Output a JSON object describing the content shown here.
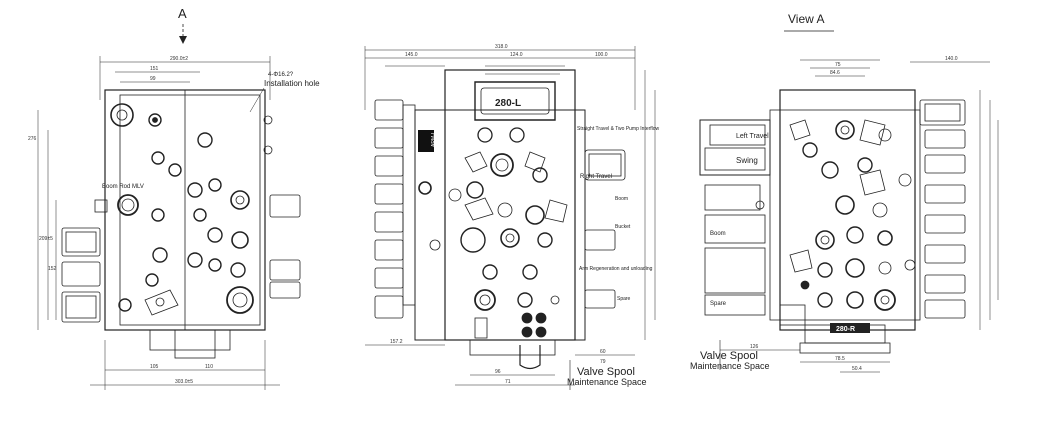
{
  "panels": {
    "left": {
      "arrow_letter": "A",
      "install_dim": "4-Φ16.2?",
      "install_label": "Installation hole",
      "boom_label": "Boom Rod MLV",
      "dims_top": [
        "290.0±2",
        "151",
        "99"
      ],
      "dims_bottom": [
        "105",
        "110",
        "303.0±5"
      ],
      "dims_left": [
        "276",
        "209±5",
        "152"
      ]
    },
    "middle": {
      "nameplate": "280-L",
      "box_label": "ARM-L",
      "label_travel_interlock": "Straight Travel & Two Pump Interflow",
      "label_right_travel": "Right Travel",
      "label_arm_regen": "Arm Regeneration and unloading",
      "label_boom": "Boom",
      "label_bucket": "Bucket",
      "label_spare": "Spare",
      "valve_spool_title": "Valve Spool",
      "maintenance_title": "Maintenance Space",
      "dims_top": [
        "318.0",
        "145.0",
        "124.0",
        "100.0"
      ],
      "dims_bottom": [
        "157.2",
        "96",
        "71",
        "60",
        "79"
      ]
    },
    "right": {
      "view_title": "View A",
      "label_left_travel": "Left Travel",
      "label_swing": "Swing",
      "label_boom": "Boom",
      "label_spare": "Spare",
      "nameplate": "280-R",
      "valve_spool_title": "Valve Spool",
      "maintenance_title": "Maintenance Space",
      "dims_top": [
        "140.0",
        "75",
        "84.6"
      ],
      "dims_bottom": [
        "126",
        "78.5",
        "50.4"
      ]
    }
  }
}
